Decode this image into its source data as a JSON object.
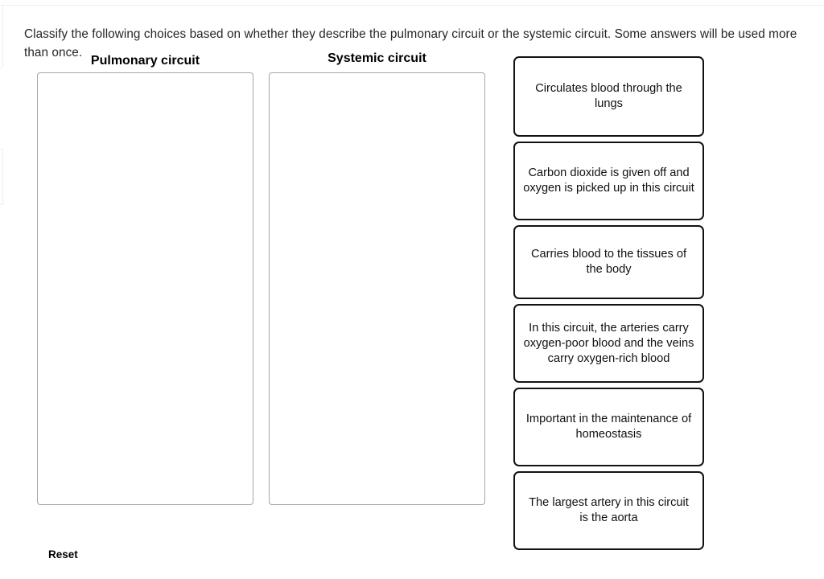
{
  "prompt": "Classify the following choices based on whether they describe the pulmonary circuit or the systemic circuit. Some answers will be used more than once.",
  "categories": [
    {
      "id": "pulmonary",
      "title": "Pulmonary circuit",
      "items": []
    },
    {
      "id": "systemic",
      "title": "Systemic circuit",
      "items": []
    }
  ],
  "choices": [
    {
      "id": "choice-1",
      "text": "Circulates blood through the lungs"
    },
    {
      "id": "choice-2",
      "text": "Carbon dioxide is given off and oxygen is picked up in this circuit"
    },
    {
      "id": "choice-3",
      "text": "Carries blood to the tissues of the body"
    },
    {
      "id": "choice-4",
      "text": "In this circuit, the arteries carry oxygen-poor blood and the veins carry oxygen-rich blood"
    },
    {
      "id": "choice-5",
      "text": "Important in the maintenance of homeostasis"
    },
    {
      "id": "choice-6",
      "text": "The largest artery in this circuit is the aorta"
    }
  ],
  "controls": {
    "reset_label": "Reset"
  },
  "colors": {
    "page_background": "#ffffff",
    "text": "#262626",
    "dropzone_border": "#a6a6a6",
    "card_border": "#121212",
    "chrome_line": "#eceef0"
  }
}
